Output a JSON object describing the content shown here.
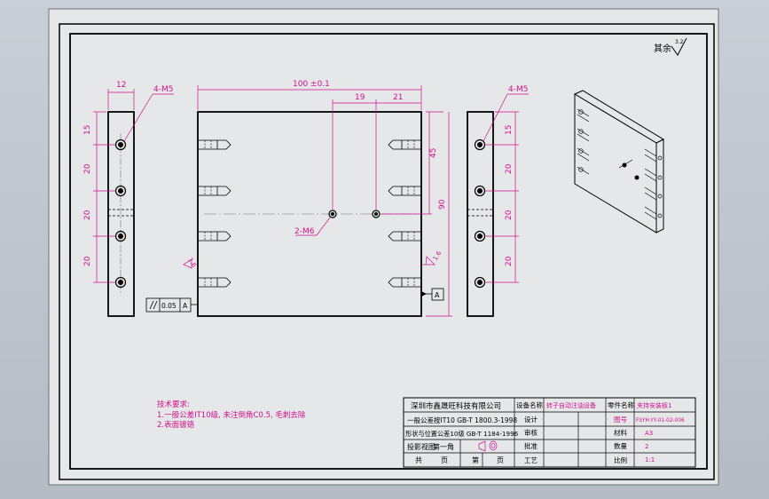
{
  "surface_mark": {
    "label": "其余",
    "value": "3.2"
  },
  "dims": {
    "side_width": "12",
    "holes_left": "4-M5",
    "holes_right": "4-M5",
    "top_total": "100 ±0.1",
    "top_19": "19",
    "top_21": "21",
    "left_15": "15",
    "left_20a": "20",
    "left_20b": "20",
    "left_20c": "20",
    "mid_45": "45",
    "mid_90": "90",
    "center_holes": "2-M6",
    "right_15": "15",
    "right_20a": "20",
    "right_20b": "20",
    "right_20c": "20",
    "rough_left": "1.6",
    "rough_right": "1.6",
    "tol_parallel_value": "0.05",
    "tol_parallel_ref": "A",
    "datum": "A"
  },
  "notes": {
    "title": "技术要求:",
    "line1": "1.一般公差IT10级, 未注倒角C0.5, 毛刺去除",
    "line2": "2.表面镀铬"
  },
  "title_block": {
    "company": "深圳市鑫晟旺科技有限公司",
    "std1": "一般公差按IT10 GB-T 1800.3-1998",
    "std2": "形状与位置公差10级 GB-T 1184-1996",
    "projection": "投影视图",
    "first_angle": "第一角",
    "total": "共",
    "page_word": "页",
    "sheet": "第",
    "labels_mid": [
      "设备名称",
      "设计",
      "审核",
      "批准",
      "工艺"
    ],
    "equipment_name": "转子自动注油设备",
    "labels_right": [
      "零件名称",
      "图号",
      "材料",
      "数量",
      "比例"
    ],
    "part_name": "夹持安装板1",
    "drawing_no": "FSYH-YY-01-02-006",
    "material": "A3",
    "quantity": "2",
    "scale": "1:1"
  }
}
